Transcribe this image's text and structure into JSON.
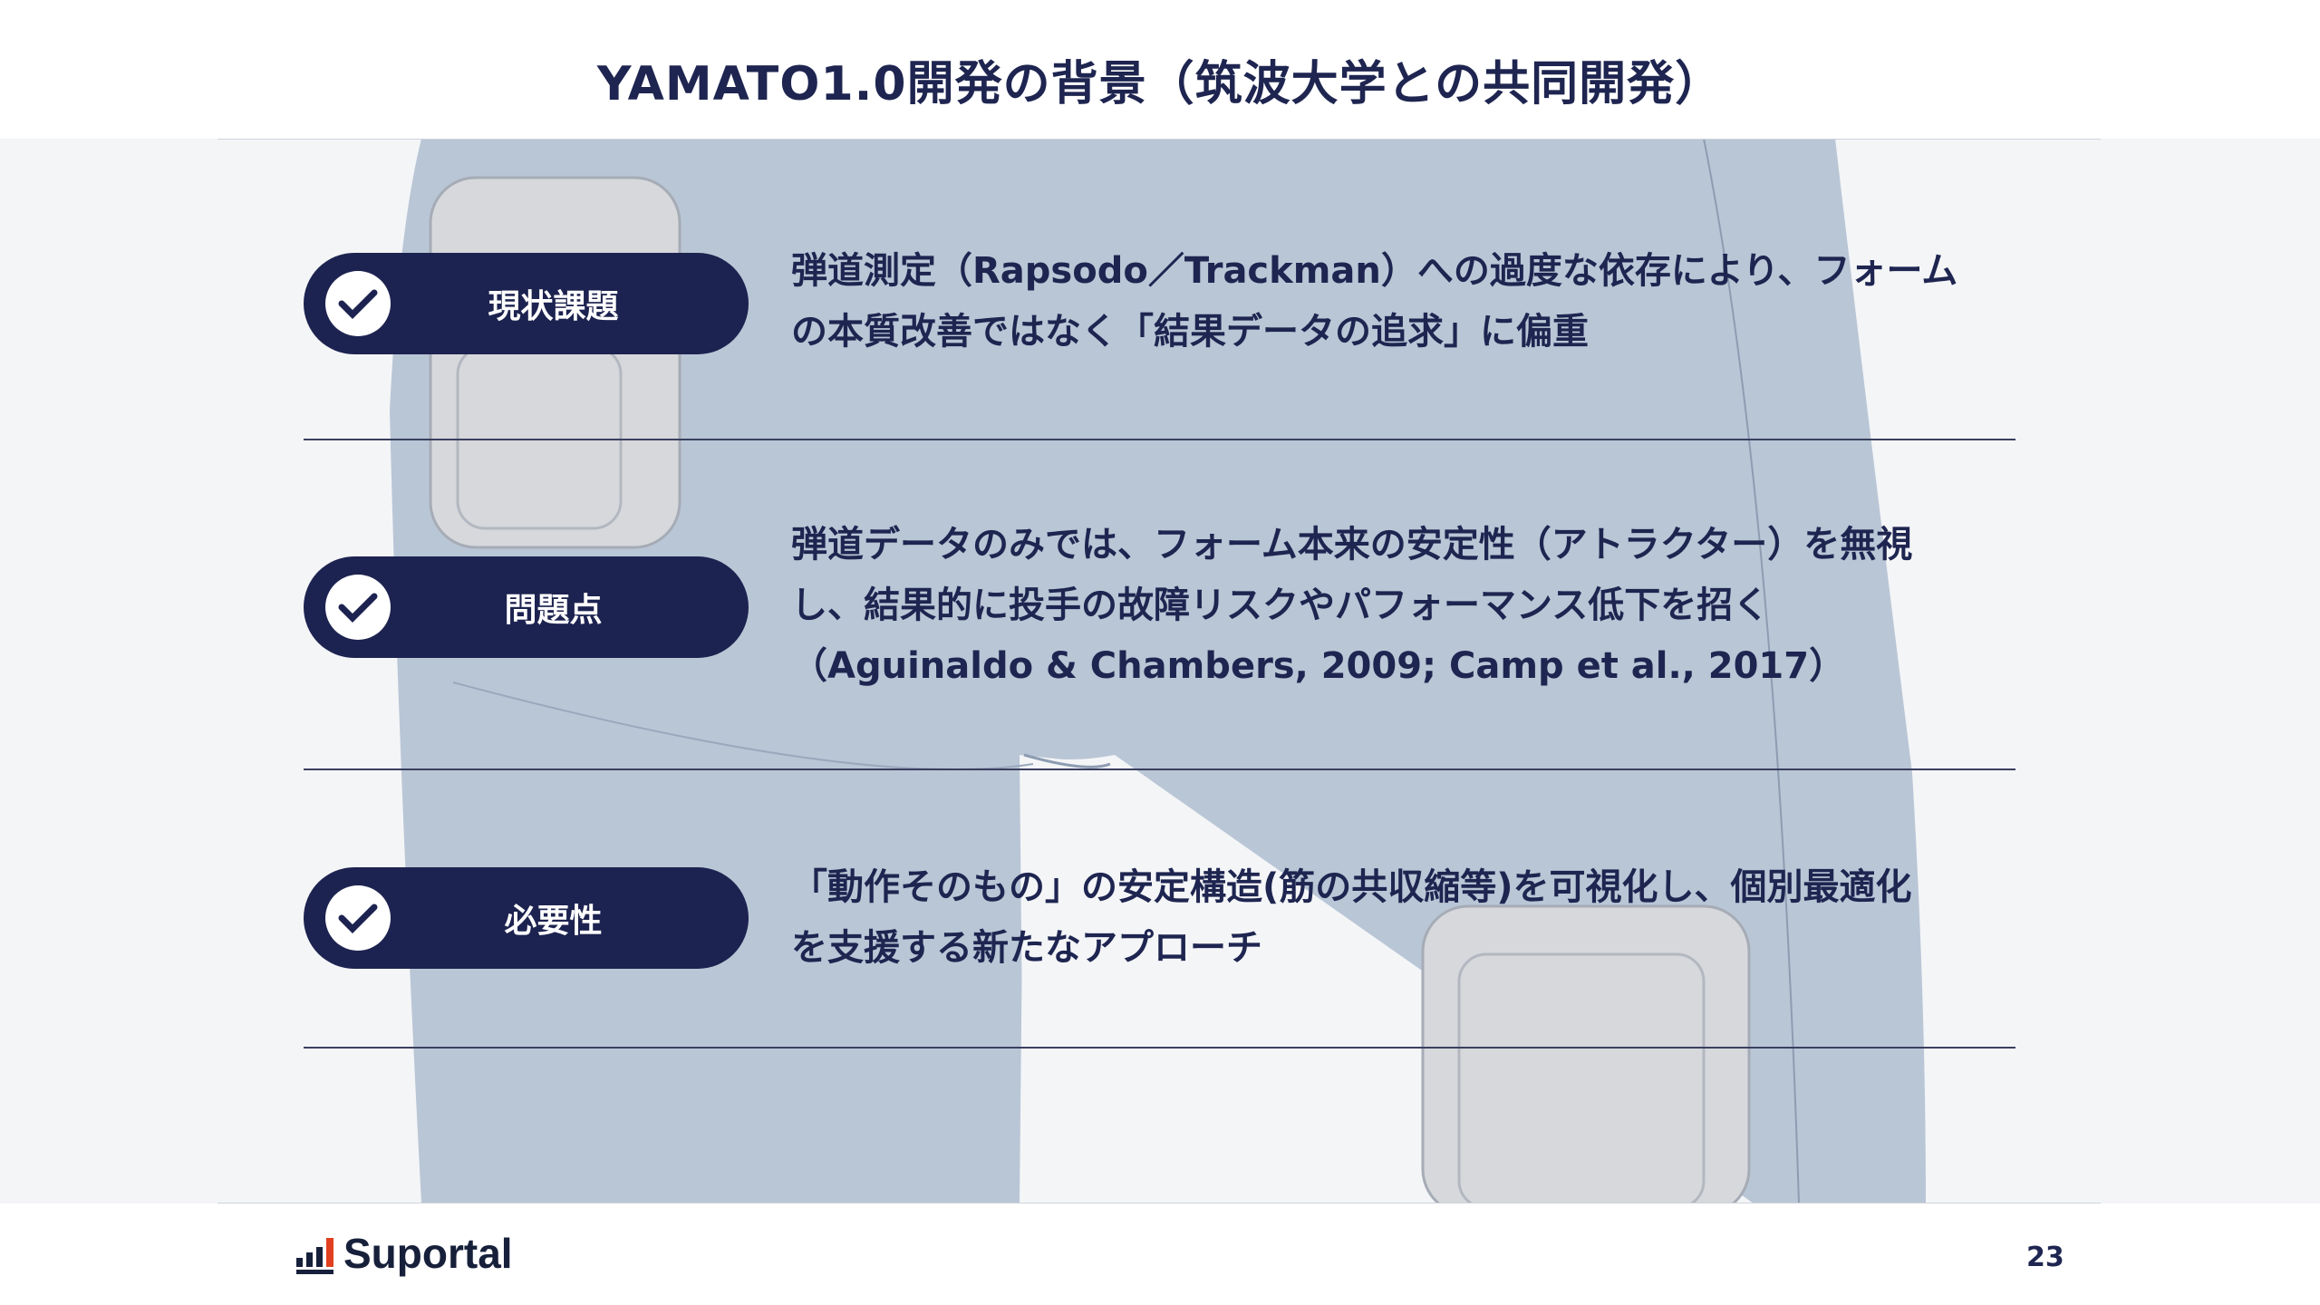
{
  "title": "YAMATO1.0開発の背景（筑波大学との共同開発）",
  "rows": [
    {
      "label": "現状課題",
      "lines": [
        "弾道測定（Rapsodo／Trackman）への過度な依存により、フォーム",
        "の本質改善ではなく「結果データの追求」に偏重"
      ]
    },
    {
      "label": "問題点",
      "lines": [
        "弾道データのみでは、フォーム本来の安定性（アトラクター）を無視",
        "し、結果的に投手の故障リスクやパフォーマンス低下を招く",
        "（Aguinaldo & Chambers, 2009; Camp et al., 2017）"
      ]
    },
    {
      "label": "必要性",
      "lines": [
        "「動作そのもの」の安定構造(筋の共収縮等)を可視化し、個別最適化",
        "を支援する新たなアプローチ"
      ]
    }
  ],
  "footer": {
    "logo": "Suportal",
    "page_number": "23"
  },
  "colors": {
    "navy": "#1d2350",
    "logo_accent": "#e0401f",
    "background": "#f4f5f7"
  }
}
